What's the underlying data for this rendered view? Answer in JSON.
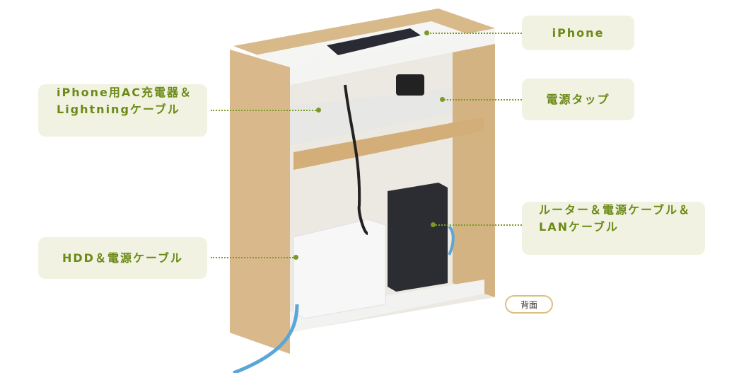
{
  "labels": {
    "iphone": "iPhone",
    "power_strip": "電源タップ",
    "charger_line1": "iPhone用AC充電器＆",
    "charger_line2": "Lightningケーブル",
    "hdd": "HDD＆電源ケーブル",
    "router_line1": "ルーター＆電源ケーブル＆",
    "router_line2": "LANケーブル"
  },
  "badge": "背面",
  "colors": {
    "label_bg": "#f1f2e2",
    "label_text": "#6b8a17",
    "badge_border": "#d9c27e",
    "wood": "#d9b98c"
  }
}
